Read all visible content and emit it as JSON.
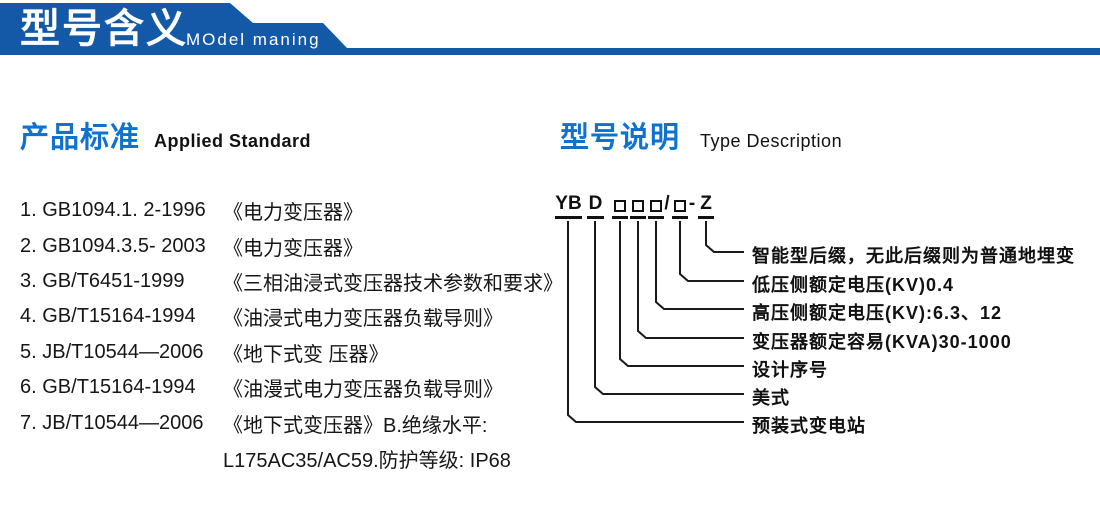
{
  "banner": {
    "title": "型号含义",
    "subtitle": "MOdel maning"
  },
  "left": {
    "heading_zh": "产品标准",
    "heading_en": "Applied Standard",
    "items": [
      {
        "code": "1. GB1094.1. 2-1996",
        "title": "《电力变压器》"
      },
      {
        "code": "2. GB1094.3.5- 2003",
        "title": "《电力变压器》"
      },
      {
        "code": "3. GB/T6451-1999",
        "title": "《三相油浸式变压器技术参数和要求》"
      },
      {
        "code": "4. GB/T15164-1994",
        "title": "《油浸式电力变压器负载导则》"
      },
      {
        "code": "5. JB/T10544—2006",
        "title": "《地下式变 压器》"
      },
      {
        "code": "6. GB/T15164-1994",
        "title": "《油漫式电力变压器负载导则》"
      },
      {
        "code": "7. JB/T10544—2006",
        "title": "《地下式变压器》B.绝缘水平:"
      },
      {
        "code": "",
        "title": "L175AC35/AC59.防护等级: IP68"
      }
    ]
  },
  "right": {
    "heading_zh": "型号说明",
    "heading_en": "Type Description",
    "model_code": {
      "full": "YB D □□□/□ - Z",
      "parts": [
        "YB",
        "D",
        "□",
        "□",
        "□",
        "/",
        "□",
        "-",
        "Z"
      ]
    },
    "labels": [
      "智能型后缀，无此后缀则为普通地埋变",
      "低压侧额定电压(KV)0.4",
      "高压侧额定电压(KV):6.3、12",
      "变压器额定容易(KVA)30-1000",
      "设计序号",
      "美式",
      "预装式变电站"
    ]
  },
  "colors": {
    "banner_blue": "#1459a8",
    "heading_blue": "#0f72cf",
    "text": "#141414",
    "line": "#1a1a1a"
  }
}
